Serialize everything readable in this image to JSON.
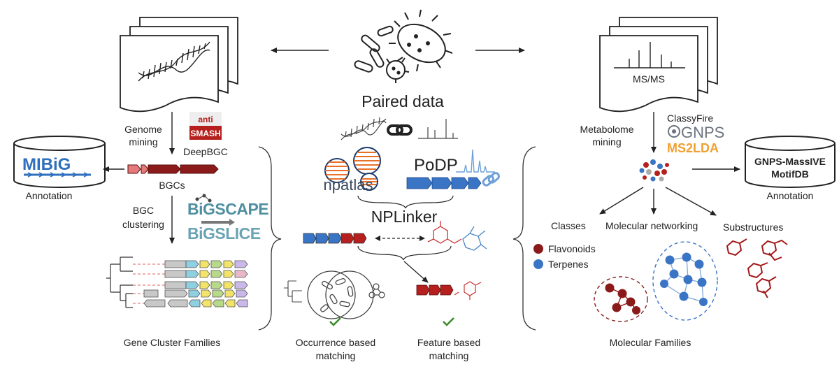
{
  "center": {
    "paired_data": "Paired data",
    "npatlas": "npatlas",
    "podp": "PoDP",
    "nplinker": "NPLinker",
    "occurrence_label_1": "Occurrence based",
    "occurrence_label_2": "matching",
    "feature_label_1": "Feature based",
    "feature_label_2": "matching"
  },
  "genomics": {
    "genome_mining_1": "Genome",
    "genome_mining_2": "mining",
    "antismash_top": "anti",
    "antismash_bottom": "SMASH",
    "deepbgc": "DeepBGC",
    "mibig": "MIBiG",
    "annotation": "Annotation",
    "bgcs": "BGCs",
    "bgc_clustering_1": "BGC",
    "bgc_clustering_2": "clustering",
    "bigscape": "BiGSCAPE",
    "bigslice": "BiGSLICE",
    "gcf_label": "Gene Cluster Families"
  },
  "metabolomics": {
    "msms": "MS/MS",
    "metabolome_mining_1": "Metabolome",
    "metabolome_mining_2": "mining",
    "classyfire": "ClassyFire",
    "gnps": "GNPS",
    "ms2lda": "MS2LDA",
    "db_line1": "GNPS-MassIVE",
    "db_line2": "MotifDB",
    "annotation": "Annotation",
    "classes": "Classes",
    "molecular_networking": "Molecular networking",
    "substructures": "Substructures",
    "legend_flavonoids": "Flavonoids",
    "legend_terpenes": "Terpenes",
    "mf_label": "Molecular Families"
  },
  "colors": {
    "dark_red": "#8b1a1a",
    "red": "#b5201e",
    "blue": "#3a74c4",
    "mibig_blue": "#2f6fbd",
    "bigscape_teal": "#4f8fa0",
    "ms2lda_orange": "#f0a030",
    "gnps_gray": "#6b7380",
    "check_green": "#3a8a2a"
  }
}
